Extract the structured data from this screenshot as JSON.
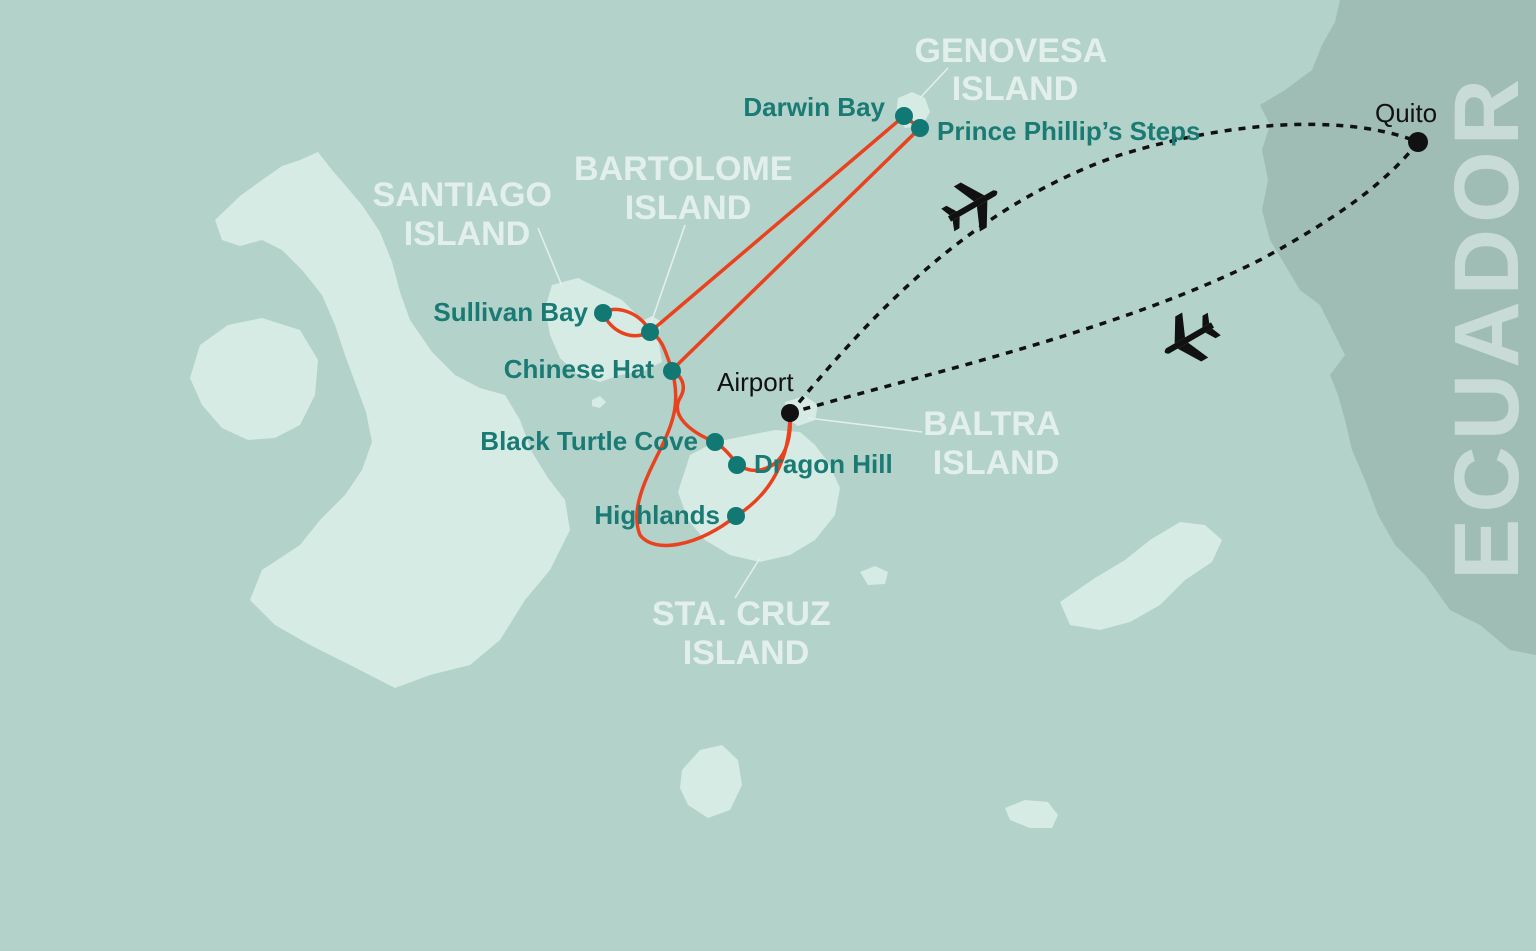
{
  "colors": {
    "sea": "#b3d2ca",
    "island": "#d7ebe5",
    "mainland": "#9fbdb5",
    "route": "#e8421e",
    "stop": "#127873",
    "stop_label": "#1a7a74",
    "island_label": "#e3efeb",
    "flight_path": "#111111",
    "country_label": "#c9dbd6"
  },
  "country_label": "ECUADOR",
  "cities": {
    "quito": "Quito",
    "airport": "Airport"
  },
  "island_labels": {
    "genovesa": [
      "GENOVESA",
      "ISLAND"
    ],
    "santiago": [
      "SANTIAGO",
      "ISLAND"
    ],
    "bartolome": [
      "BARTOLOME",
      "ISLAND"
    ],
    "baltra": [
      "BALTRA",
      "ISLAND"
    ],
    "santa_cruz": [
      "STA. CRUZ",
      "ISLAND"
    ]
  },
  "stops": {
    "darwin_bay": "Darwin Bay",
    "prince_phillips_steps": "Prince Phillip’s Steps",
    "sullivan_bay": "Sullivan Bay",
    "chinese_hat": "Chinese Hat",
    "black_turtle_cove": "Black Turtle Cove",
    "dragon_hill": "Dragon Hill",
    "highlands": "Highlands"
  },
  "icons": {
    "flight_out": "airplane-icon",
    "flight_return": "airplane-icon"
  }
}
